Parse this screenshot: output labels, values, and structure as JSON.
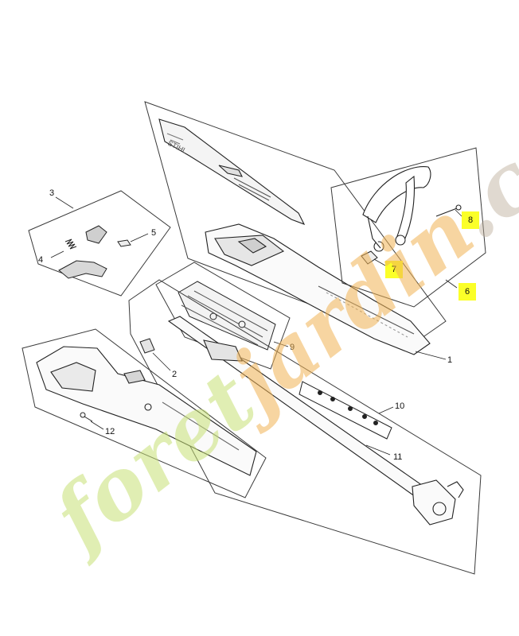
{
  "callouts": {
    "n1": "1",
    "n2": "2",
    "n3": "3",
    "n4": "4",
    "n5": "5",
    "n6": "6",
    "n7": "7",
    "n8": "8",
    "n9": "9",
    "n10": "10",
    "n11": "11",
    "n12": "12"
  },
  "brand_on_part": "STIHL",
  "watermark": {
    "part_a": "foret",
    "part_b": "jardin",
    "part_c": ".com"
  },
  "colors": {
    "highlight": "#fbff28",
    "line": "#2a2a2a",
    "watermark_green": "#c6e074",
    "watermark_orange": "#f0b254"
  }
}
